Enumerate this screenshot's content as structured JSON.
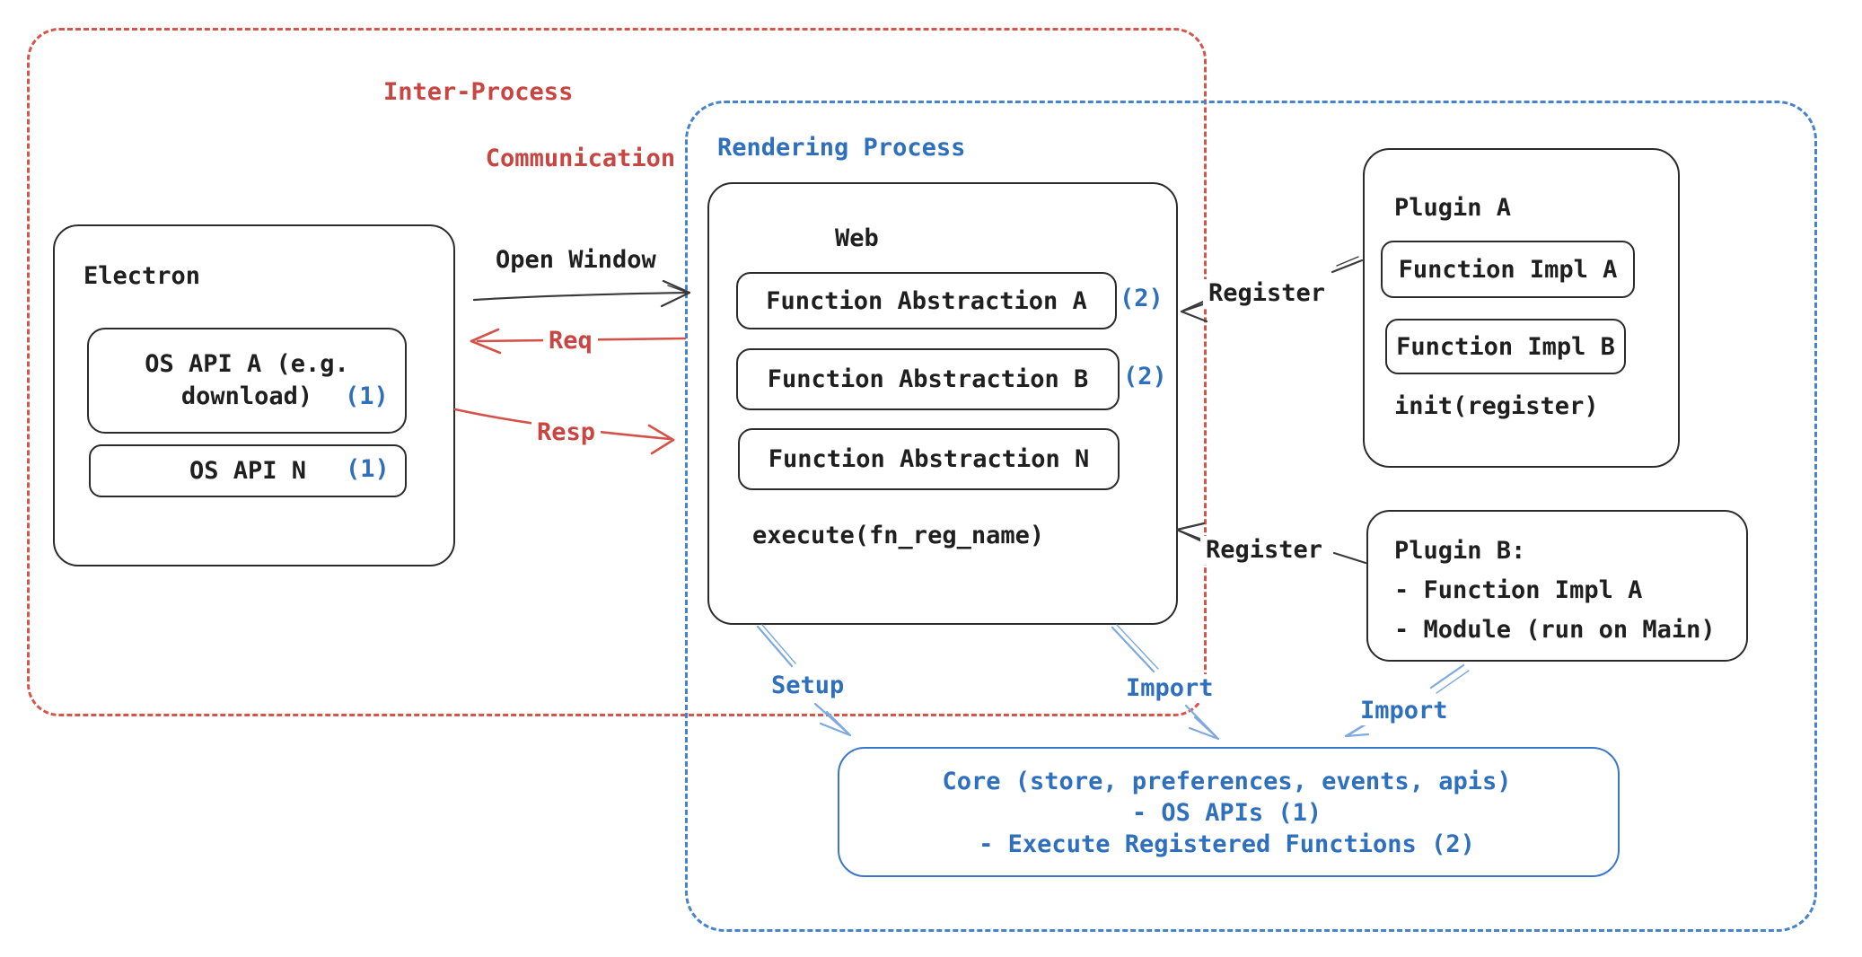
{
  "colors": {
    "ink": "#2b2b2b",
    "text": "#1f1f1f",
    "red_text": "#c84541",
    "red_dash": "#d5554b",
    "red_arrow": "#d4524a",
    "blue": "#2e6fbe",
    "blue_dash": "#4583cd",
    "blue_light": "#7fa9df"
  },
  "ipc_group": {
    "label_line1": "Inter-Process",
    "label_line2": "Communication"
  },
  "rendering_group": {
    "label": "Rendering Process"
  },
  "electron": {
    "title": "Electron",
    "api_a": {
      "line1": "OS API A (e.g.",
      "line2": "download)",
      "badge": "(1)"
    },
    "api_n": {
      "label": "OS API N",
      "badge": "(1)"
    }
  },
  "web": {
    "title": "Web",
    "abstractions": [
      {
        "label": "Function Abstraction A",
        "badge": "(2)"
      },
      {
        "label": "Function Abstraction B",
        "badge": "(2)"
      },
      {
        "label": "Function Abstraction N",
        "badge": ""
      }
    ],
    "execute": "execute(fn_reg_name)"
  },
  "plugin_a": {
    "title": "Plugin A",
    "impl_a": "Function Impl A",
    "impl_b": "Function Impl B",
    "init": "init(register)"
  },
  "plugin_b": {
    "line1": "Plugin B:",
    "line2": "- Function Impl A",
    "line3": "- Module (run on Main)"
  },
  "core": {
    "line1": "Core (store, preferences, events, apis)",
    "line2": "- OS APIs (1)",
    "line3": "- Execute Registered Functions (2)"
  },
  "arrows": {
    "open_window": "Open Window",
    "req": "Req",
    "resp": "Resp",
    "register_top": "Register",
    "register_bottom": "Register",
    "setup": "Setup",
    "import_left": "Import",
    "import_right": "Import"
  }
}
